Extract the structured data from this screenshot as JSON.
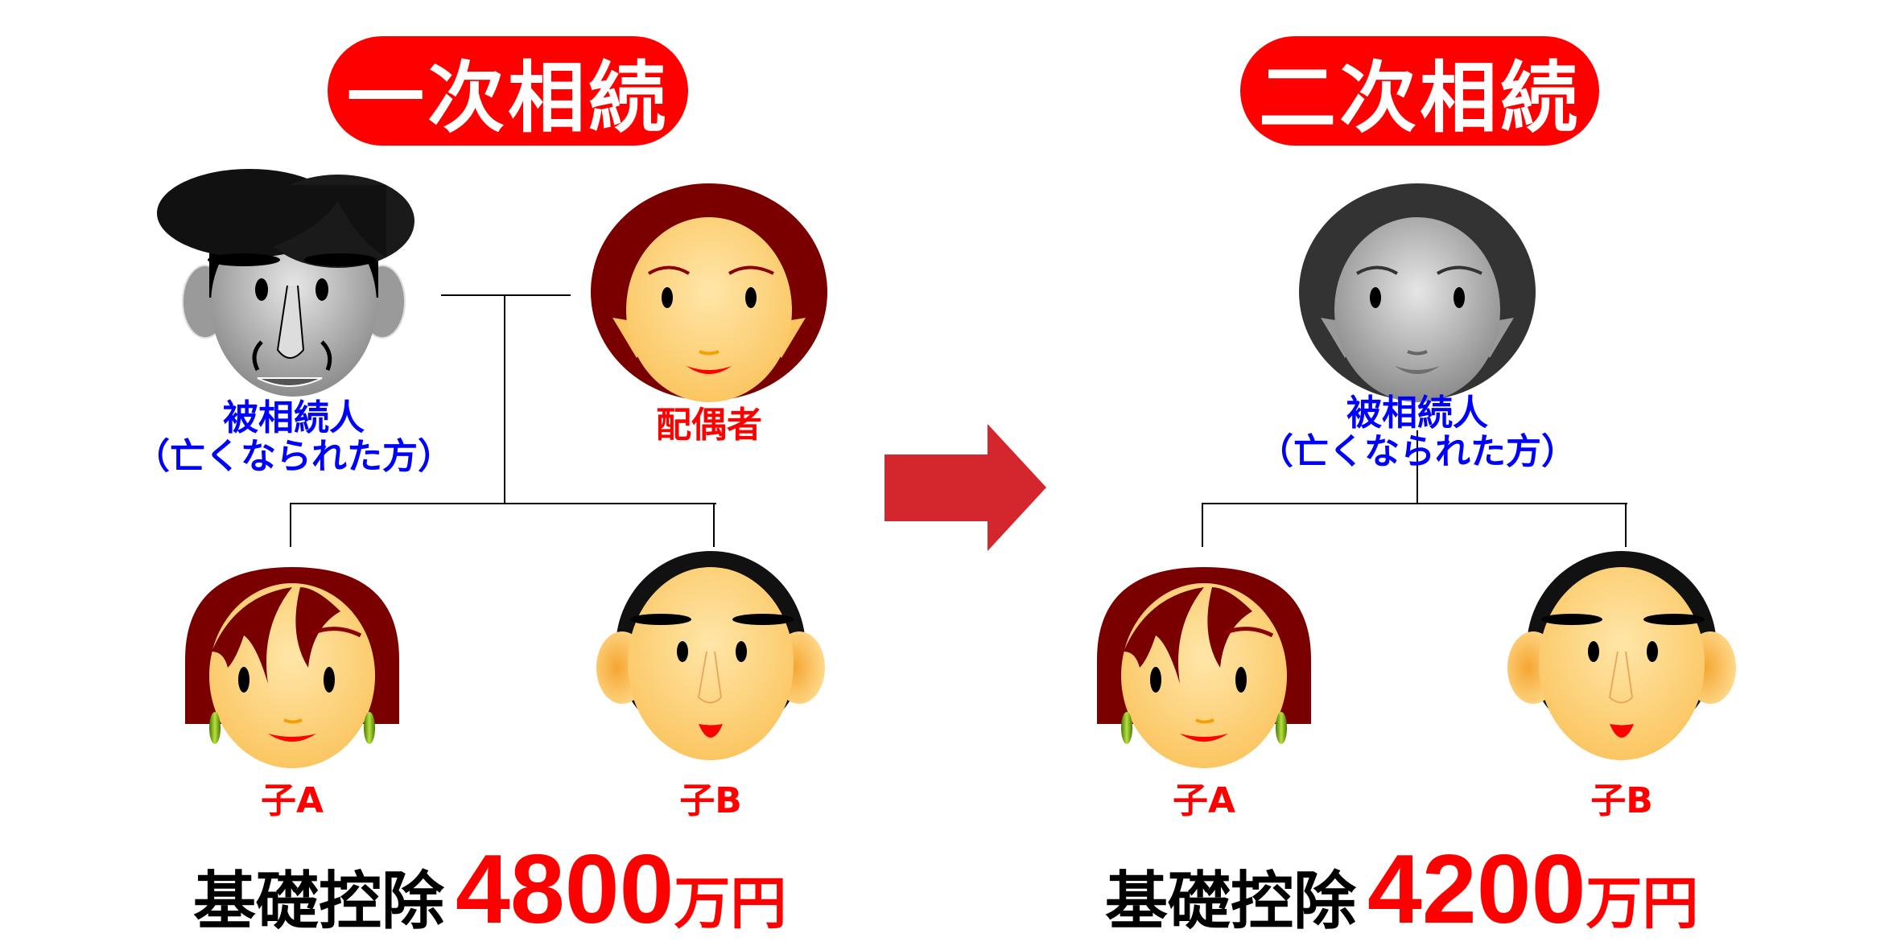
{
  "first": {
    "title": "一次相続",
    "deceased_label": "被相続人",
    "deceased_note": "（亡くなられた方）",
    "spouse_label": "配偶者",
    "child_a_label": "子A",
    "child_b_label": "子B",
    "deduction_label": "基礎控除",
    "deduction_value": "4800",
    "deduction_unit": "万円"
  },
  "second": {
    "title": "二次相続",
    "deceased_label": "被相続人",
    "deceased_note": "（亡くなられた方）",
    "child_a_label": "子A",
    "child_b_label": "子B",
    "deduction_label": "基礎控除",
    "deduction_value": "4200",
    "deduction_unit": "万円"
  },
  "colors": {
    "accent": "#ff0000",
    "arrow": "#d4272d",
    "deceased_text": "#0000ff"
  }
}
